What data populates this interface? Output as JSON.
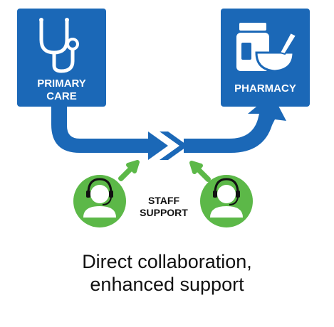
{
  "primary_care": {
    "label_line1": "PRIMARY",
    "label_line2": "CARE",
    "icon": "stethoscope-icon"
  },
  "pharmacy": {
    "label": "PHARMACY",
    "icon": "medicine-bottle-mortar-icon"
  },
  "staff_support": {
    "label_line1": "STAFF",
    "label_line2": "SUPPORT",
    "icon": "headset-agent-icon"
  },
  "caption": {
    "line1": "Direct collaboration,",
    "line2": "enhanced support"
  },
  "colors": {
    "blue": "#1b68b7",
    "green": "#5cb848",
    "text": "#111111"
  }
}
